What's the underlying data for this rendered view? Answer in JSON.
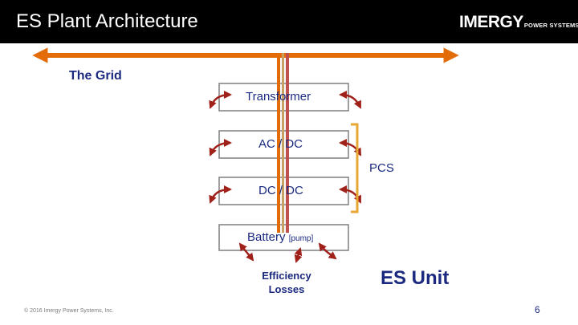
{
  "header": {
    "title": "ES Plant Architecture"
  },
  "logo": {
    "main": "IMERGY",
    "sub": "POWER SYSTEMS"
  },
  "diagram": {
    "grid_label": "The Grid",
    "stages": [
      {
        "label": "Transformer"
      },
      {
        "label": "AC / DC"
      },
      {
        "label": "DC / DC"
      },
      {
        "label": "Battery",
        "suffix": "[pump]"
      }
    ],
    "pcs_label": "PCS",
    "efficiency_label": "Efficiency Losses",
    "unit_label": "ES Unit"
  },
  "footer": {
    "copyright": "© 2016 Imergy Power Systems, Inc.",
    "page_number": "6"
  },
  "colors": {
    "title_bar": "#000000",
    "text_blue": "#1b2a80",
    "box_border": "#7f7f7f",
    "flow_orange": "#e36c09",
    "flow_tan": "#c8a064",
    "loss_red": "#a0201a",
    "pcs_bracket": "#e6a832",
    "grid_line": "#e36c09"
  }
}
